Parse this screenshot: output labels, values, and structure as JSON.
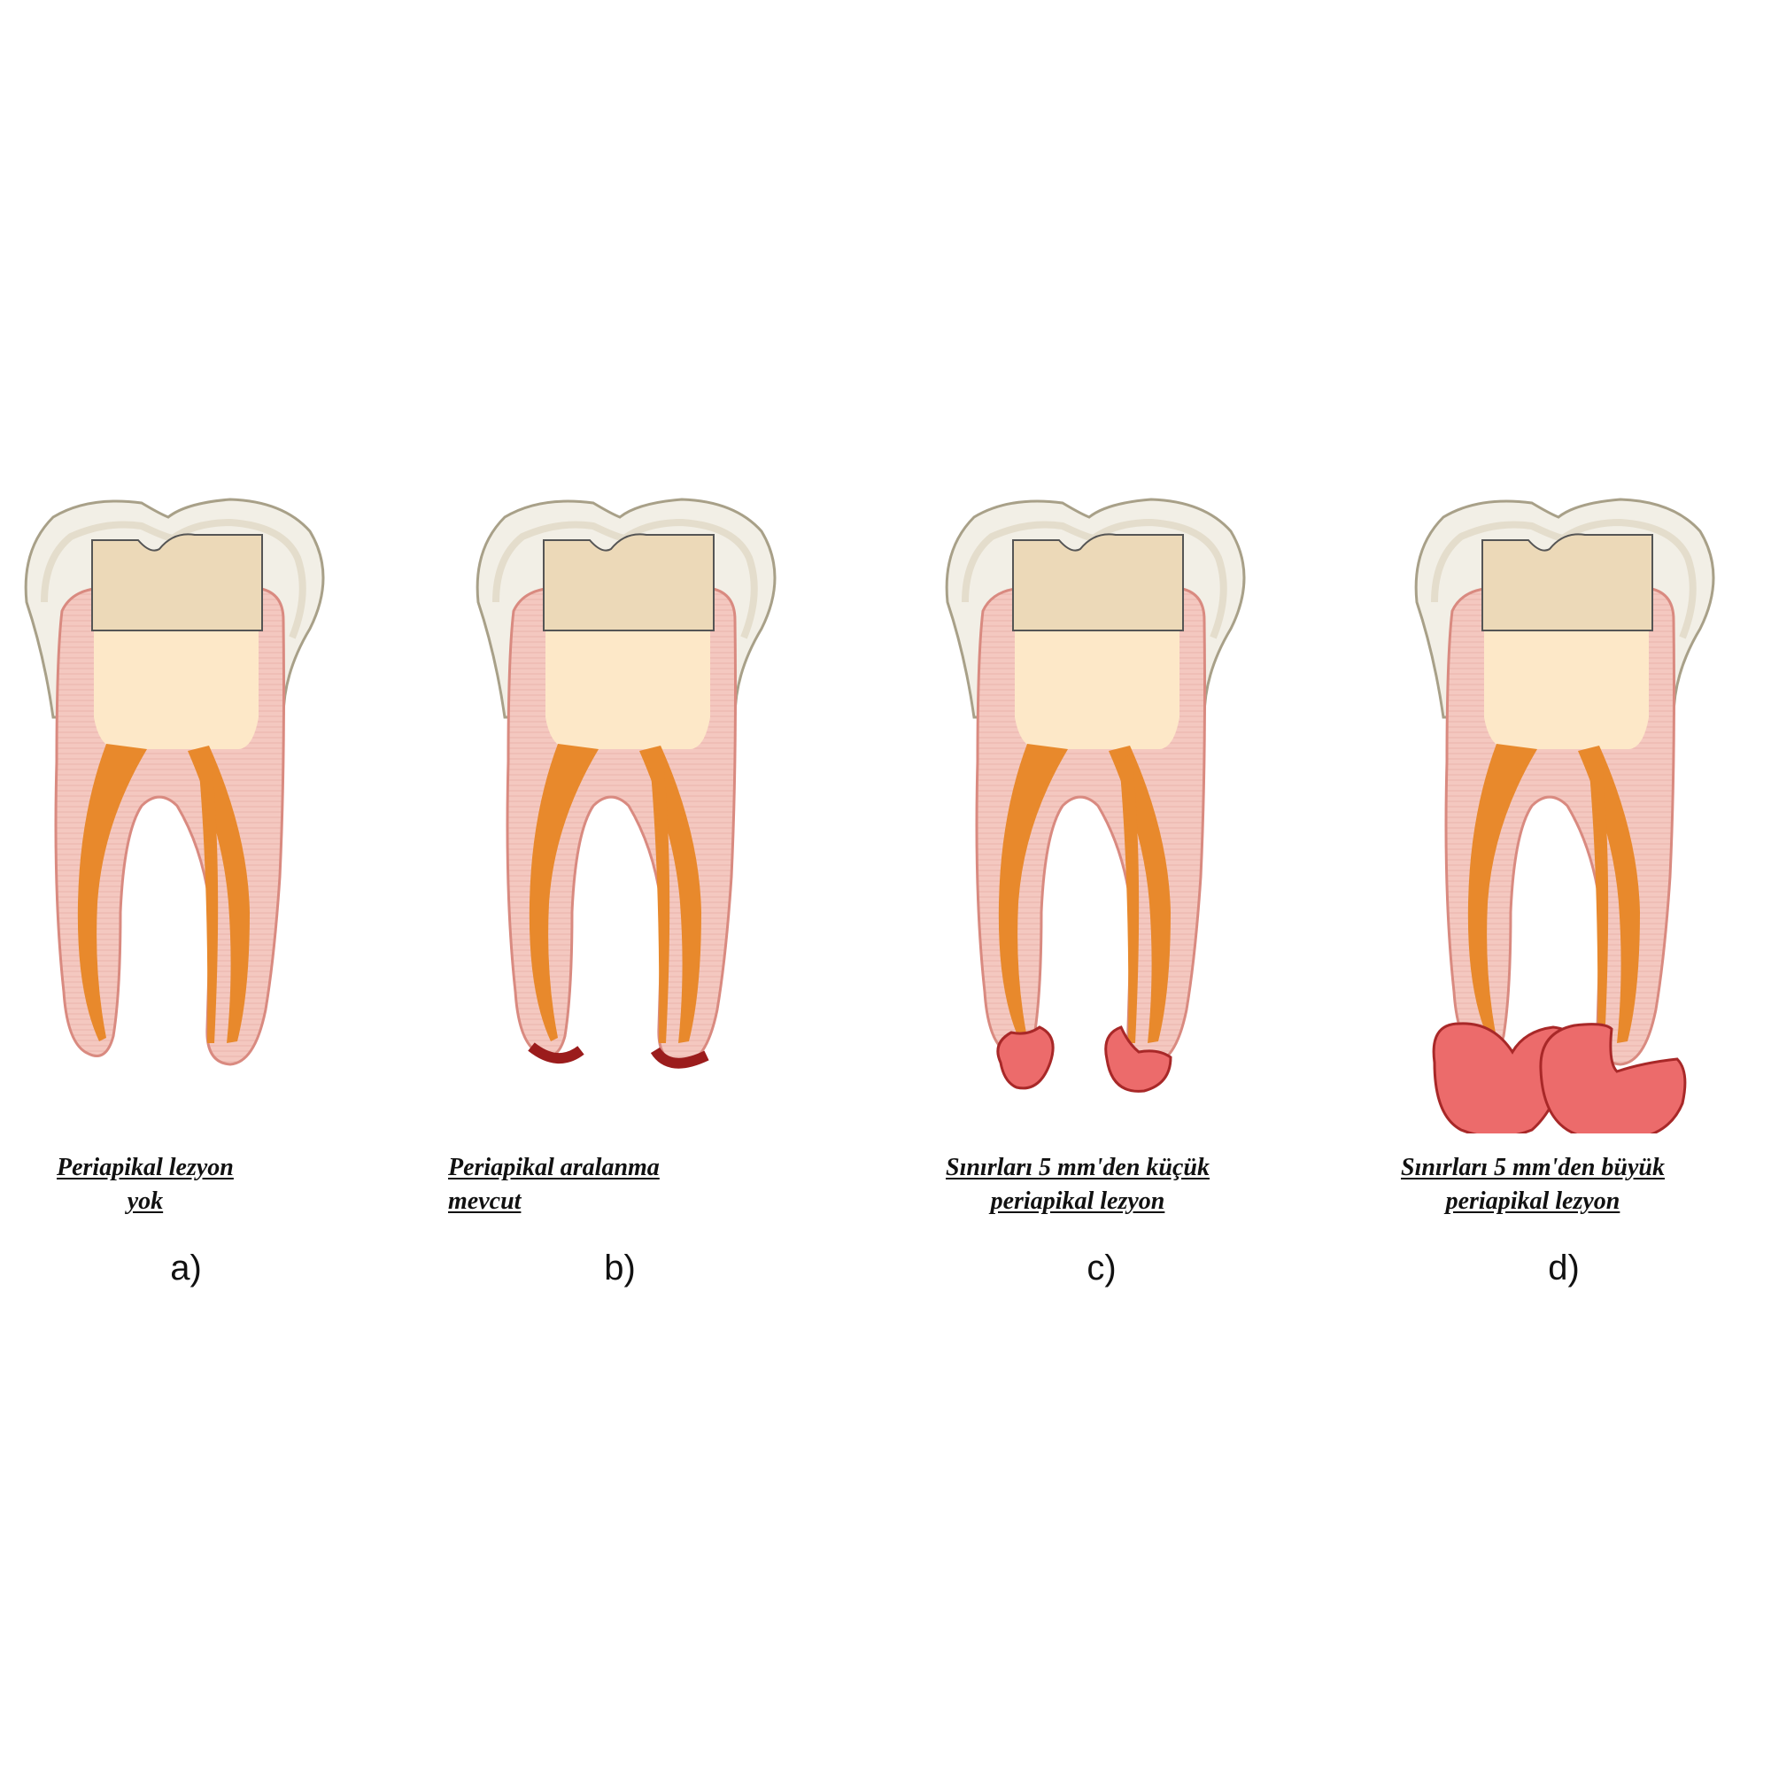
{
  "panels": [
    {
      "id": "a",
      "caption_line1": "Periapikal lezyon ",
      "caption_line2": "yok",
      "letter": "a)",
      "lesion": "none"
    },
    {
      "id": "b",
      "caption_line1": "Periapikal aralanma ",
      "caption_line2": "mevcut",
      "letter": "b)",
      "lesion": "widening"
    },
    {
      "id": "c",
      "caption_line1": "Sınırları 5 mm'den küçük ",
      "caption_line2": "periapikal lezyon",
      "letter": "c)",
      "lesion": "small"
    },
    {
      "id": "d",
      "caption_line1": "Sınırları 5 mm'den büyük ",
      "caption_line2": "periapikal lezyon",
      "letter": "d)",
      "lesion": "large"
    }
  ],
  "colors": {
    "enamel": "#f2efe6",
    "enamel_outline": "#a8a088",
    "filling": "#ecd9b8",
    "dentin": "#f4c8c0",
    "dentin_outline": "#d98a80",
    "pulp_chamber": "#fde8c8",
    "canal": "#e8892c",
    "widening": "#9b1c1c",
    "lesion_fill": "#ec6b6b",
    "lesion_outline": "#a82828"
  }
}
